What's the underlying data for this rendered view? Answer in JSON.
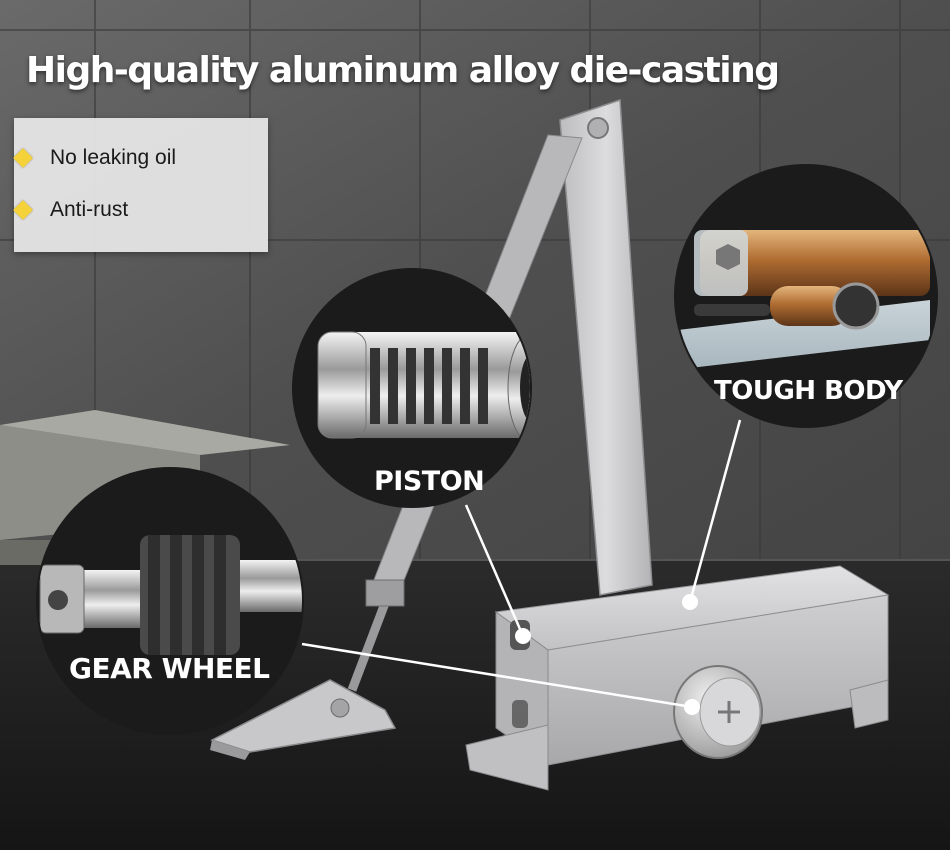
{
  "headline": "High-quality aluminum alloy die-casting",
  "features": [
    {
      "icon": "diamond-bullet-icon",
      "label": "No leaking oil"
    },
    {
      "icon": "diamond-bullet-icon",
      "label": "Anti-rust"
    }
  ],
  "callouts": {
    "piston": "PISTON",
    "tough_body": "TOUGH BODY",
    "gear_wheel": "GEAR WHEEL"
  },
  "colors": {
    "bullet": "#f5d23a",
    "callout_circle": "#1b1b1b",
    "product": "#c9c9cb",
    "wall": "#5a5a5a"
  }
}
